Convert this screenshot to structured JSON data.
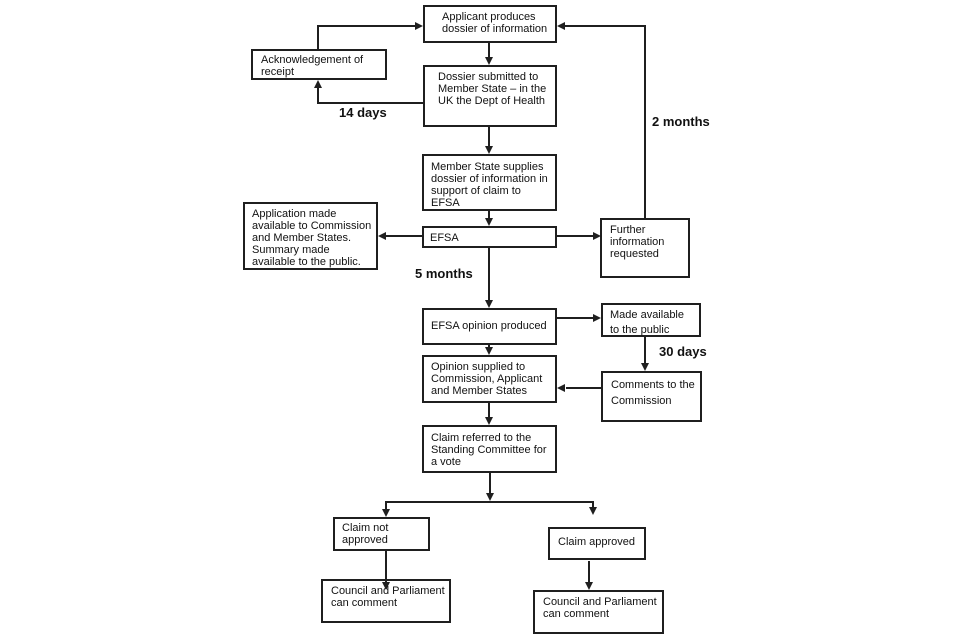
{
  "flowchart": {
    "title": "EFSA health claim application process flowchart",
    "nodes": {
      "applicant": "Applicant produces dossier of information",
      "acknowledgement": "Acknowledgement of receipt",
      "dossier_submitted": "Dossier submitted to Member State – in the UK the Dept of Health",
      "member_state_supplies": "Member State supplies dossier of information in support of claim to EFSA",
      "application_available": "Application made available to Commission and Member States. Summary made available to the public.",
      "efsa": "EFSA",
      "further_information": "Further information requested",
      "efsa_opinion": "EFSA opinion produced",
      "made_available_public": "Made available to the public",
      "opinion_supplied": "Opinion supplied to Commission, Applicant and Member States",
      "comments_commission": "Comments to the Commission",
      "claim_referred": "Claim referred to the Standing Committee for a vote",
      "claim_not_approved": "Claim not approved",
      "claim_approved": "Claim approved",
      "council_left": "Council and Parliament can comment",
      "council_right": "Council and Parliament can comment"
    },
    "labels": {
      "days14": "14 days",
      "months2": "2 months",
      "months5": "5 months",
      "days30": "30 days"
    },
    "colors": {
      "line": "#1f1f1f",
      "background": "#ffffff",
      "text": "#111111"
    }
  }
}
